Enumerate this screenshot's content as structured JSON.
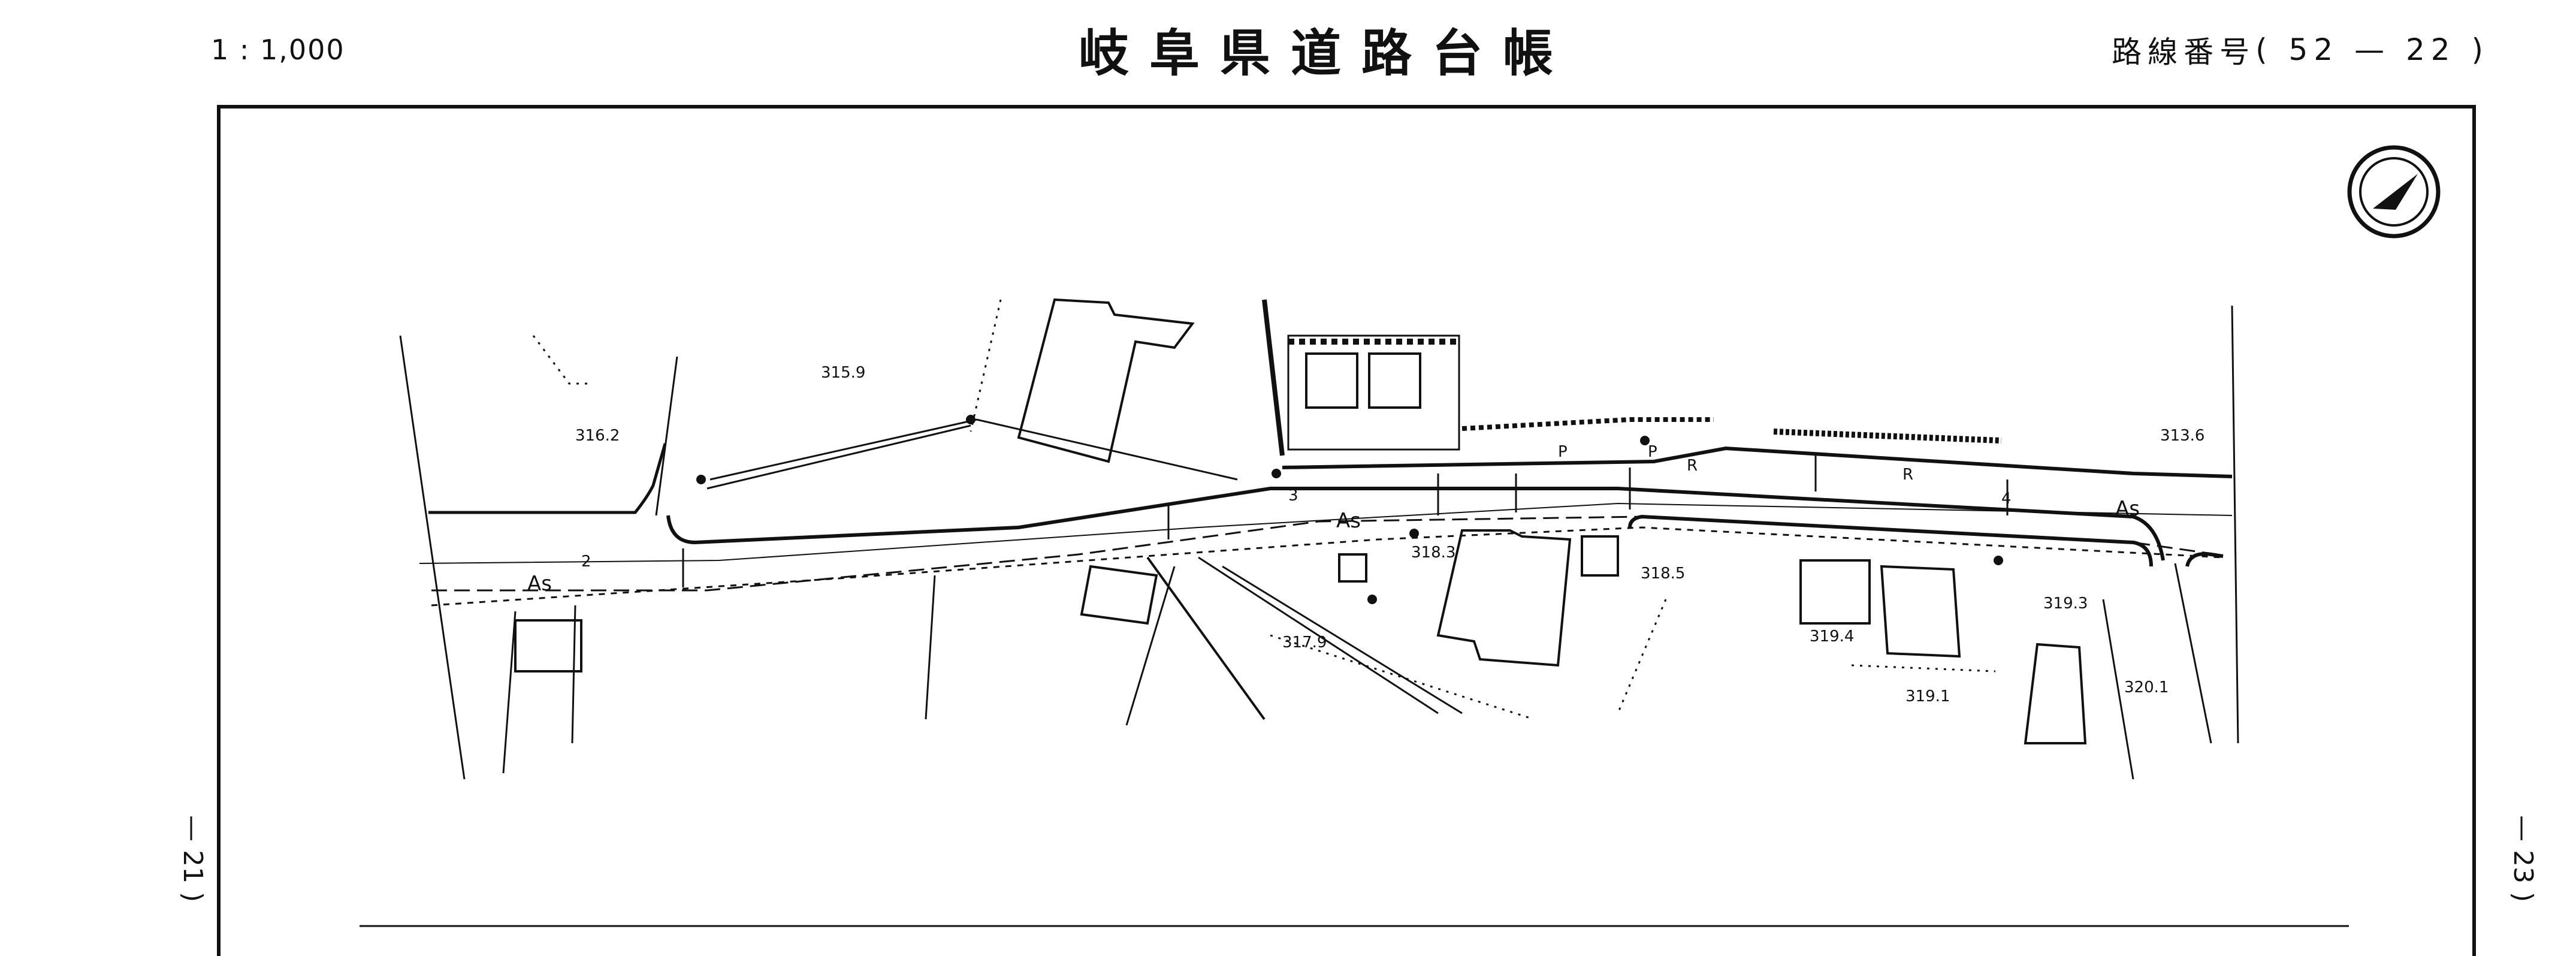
{
  "header": {
    "scale": "1 : 1,000",
    "title": "岐阜県道路台帳",
    "route_label": "路線番号",
    "route_number": "( 52  — 22 )"
  },
  "sides": {
    "left_ref": "— 21 )",
    "right_ref": "— 23 )"
  },
  "map": {
    "elevations": [
      "315.9",
      "316.2",
      "313.6",
      "318.3",
      "318.5",
      "317.9",
      "319.4",
      "319.1",
      "319.3",
      "320.1"
    ],
    "surface_labels": [
      "As",
      "As",
      "As"
    ],
    "markers": [
      "2",
      "3",
      "4",
      "P",
      "P",
      "R",
      "R"
    ],
    "icons": {
      "north_arrow": "north-arrow-icon"
    }
  }
}
